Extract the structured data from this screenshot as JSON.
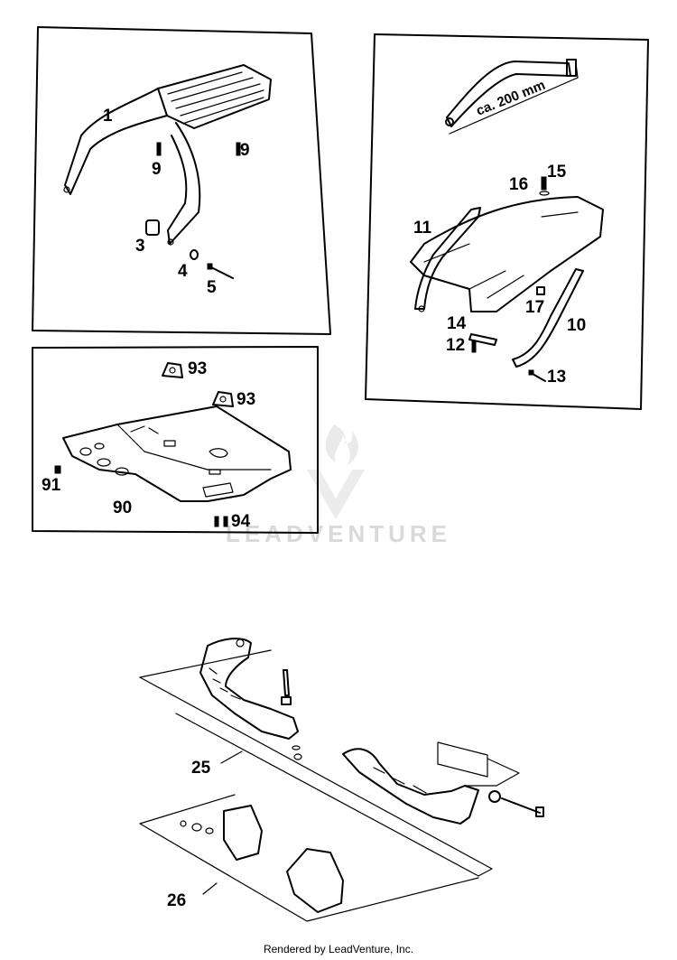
{
  "panels": {
    "carrier": {
      "labels": [
        "1",
        "9",
        "9",
        "3",
        "4",
        "5"
      ]
    },
    "skid_plate": {
      "labels": [
        "93",
        "93",
        "91",
        "90",
        "94"
      ]
    },
    "fender": {
      "labels": [
        "16",
        "15",
        "11",
        "14",
        "12",
        "17",
        "10",
        "13"
      ],
      "dimension": "ca. 200 mm"
    },
    "handguards": {
      "labels": [
        "25",
        "26"
      ]
    }
  },
  "watermark": "LEADVENTURE",
  "footer": "Rendered by LeadVenture, Inc."
}
